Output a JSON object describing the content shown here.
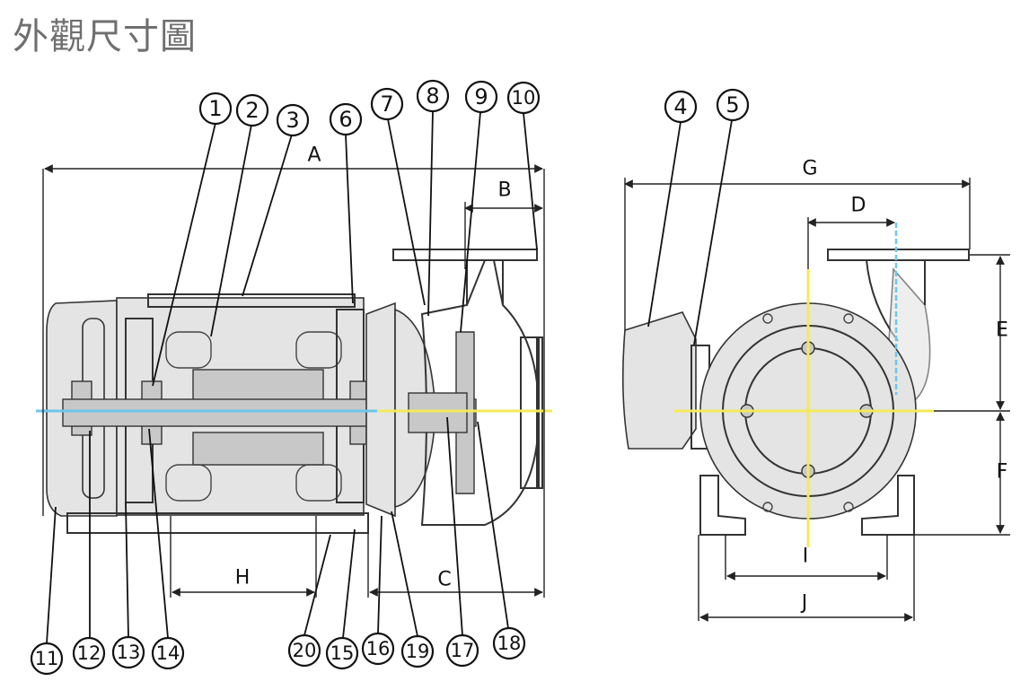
{
  "title": "外觀尺寸圖",
  "callouts": [
    "1",
    "2",
    "3",
    "4",
    "5",
    "6",
    "7",
    "8",
    "9",
    "10",
    "11",
    "12",
    "13",
    "14",
    "15",
    "16",
    "17",
    "18",
    "19",
    "20"
  ],
  "dimensions": [
    "A",
    "B",
    "C",
    "D",
    "E",
    "F",
    "G",
    "H",
    "I",
    "J"
  ]
}
